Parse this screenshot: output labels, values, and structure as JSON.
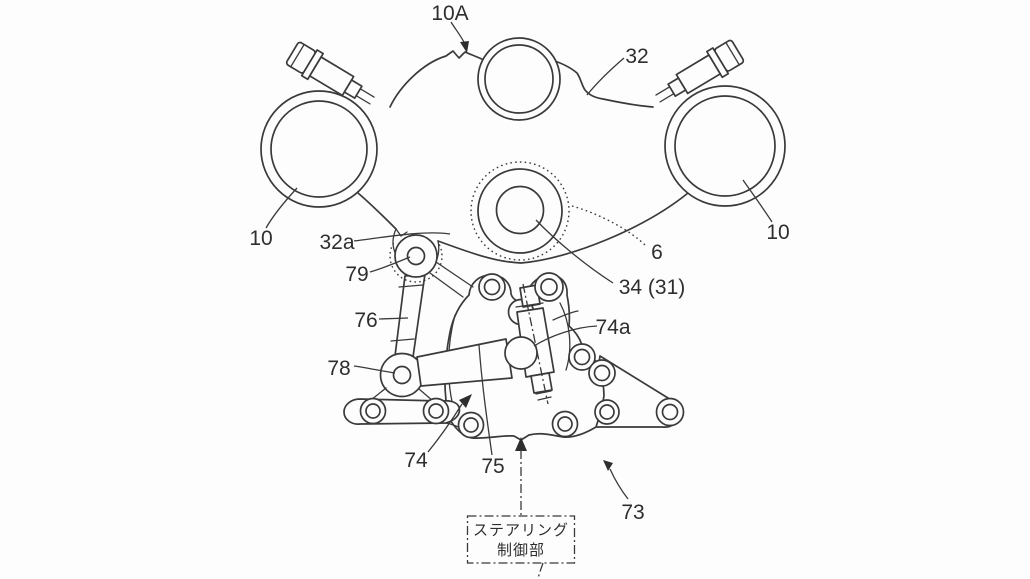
{
  "figure": {
    "description": "Patent drawing of motorcycle steering mechanism (top bridge with steering actuator)",
    "ink_color": "#3a3a3a",
    "background_color": "#fdfdfd",
    "labels": {
      "ref_10A": "10A",
      "ref_32": "32",
      "ref_10_left": "10",
      "ref_10_right": "10",
      "ref_32a": "32a",
      "ref_79": "79",
      "ref_76": "76",
      "ref_78": "78",
      "ref_6": "6",
      "ref_34_31": "34 (31)",
      "ref_74a": "74a",
      "ref_74": "74",
      "ref_75": "75",
      "ref_73": "73"
    },
    "control_box": {
      "line1": "ステアリング",
      "line2": "制御部"
    }
  }
}
